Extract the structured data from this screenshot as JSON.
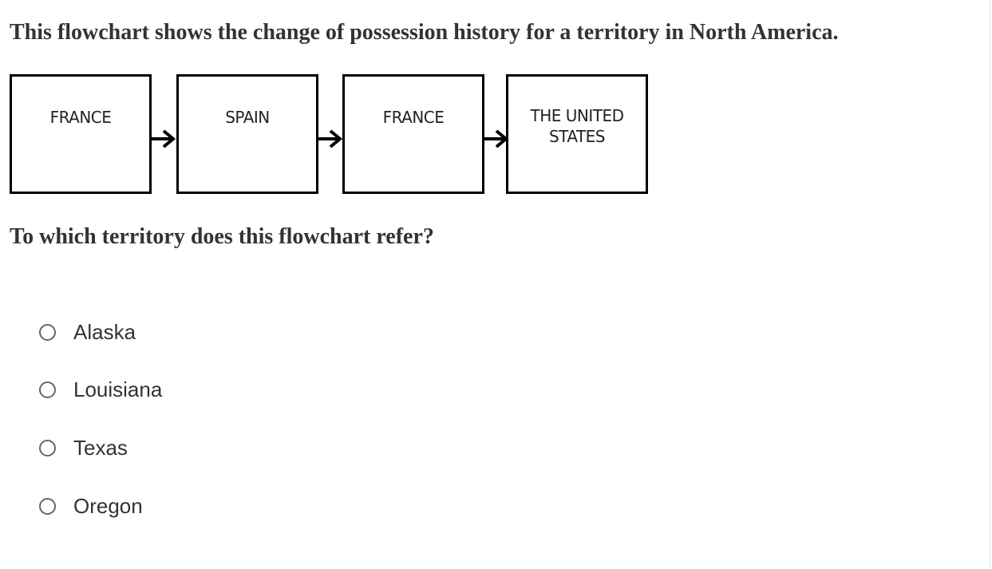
{
  "question": {
    "title": "This flowchart shows the change of possession history for a territory in North America.",
    "prompt": "To which territory does this flowchart refer?"
  },
  "flowchart": {
    "boxes": [
      {
        "lines": [
          "FRANCE"
        ]
      },
      {
        "lines": [
          "SPAIN"
        ]
      },
      {
        "lines": [
          "FRANCE"
        ]
      },
      {
        "lines": [
          "THE UNITED",
          "STATES"
        ]
      }
    ]
  },
  "choices": [
    {
      "label": "Alaska",
      "selected": false
    },
    {
      "label": "Louisiana",
      "selected": false
    },
    {
      "label": "Texas",
      "selected": false
    },
    {
      "label": "Oregon",
      "selected": false
    }
  ],
  "colors": {
    "text": "#333333",
    "box_border": "#000000",
    "radio_border": "#666666"
  }
}
